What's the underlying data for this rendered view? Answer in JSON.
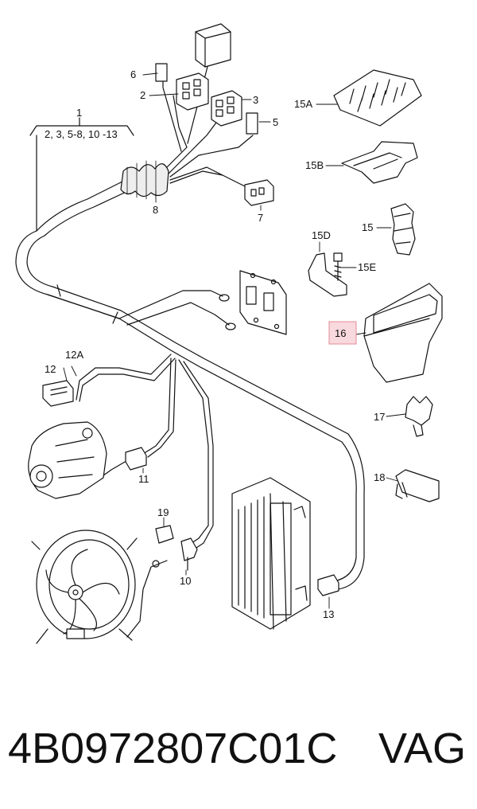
{
  "diagram": {
    "group_label": {
      "number": "1",
      "range": "2, 3, 5-8, 10 -13"
    },
    "callouts": {
      "c2": "2",
      "c3": "3",
      "c5": "5",
      "c6": "6",
      "c7": "7",
      "c8": "8",
      "c10": "10",
      "c11": "11",
      "c12": "12",
      "c12a": "12A",
      "c13": "13",
      "c15": "15",
      "c15a": "15A",
      "c15b": "15B",
      "c15d": "15D",
      "c15e": "15E",
      "c16": "16",
      "c17": "17",
      "c18": "18",
      "c19": "19"
    },
    "highlighted_callout": "16",
    "highlight_color": "#f8d9de"
  },
  "caption": {
    "part_number": "4B0972807C01C",
    "brand": "VAG"
  }
}
